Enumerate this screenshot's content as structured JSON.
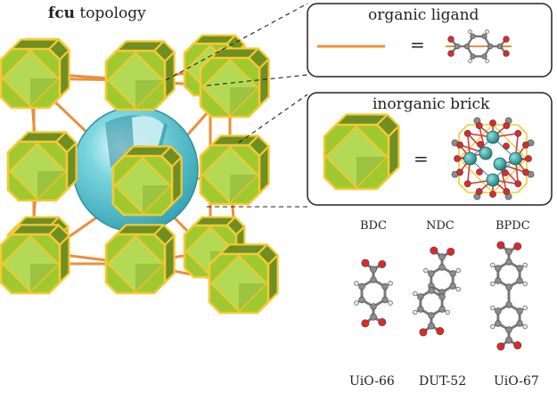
{
  "figure": {
    "title_bold": "fcu",
    "title_rest": " topology",
    "ligand_box": {
      "label": "organic ligand",
      "equals": "="
    },
    "brick_box": {
      "label": "inorganic brick",
      "equals": "="
    },
    "linkers": [
      {
        "name": "BDC",
        "framework": "UiO-66"
      },
      {
        "name": "NDC",
        "framework": "DUT-52"
      },
      {
        "name": "BPDC",
        "framework": "UiO-67"
      }
    ]
  },
  "colors": {
    "cluster_fill": "#9fc92f",
    "cluster_edge": "#f6c935",
    "linker_line": "#e8903f",
    "pore_sphere": "#4fc4cf",
    "carbon": "#8c8c8c",
    "oxygen": "#d92b2b",
    "hydrogen": "#e6e6e6",
    "zirconium": "#3aa7a5"
  }
}
